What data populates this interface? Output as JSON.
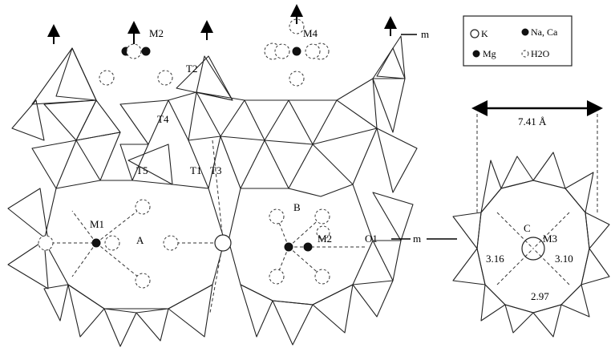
{
  "legend": {
    "k": "K",
    "naca": "Na, Ca",
    "mg": "Mg",
    "h2o": "H2O"
  },
  "labels": {
    "m2_top": "M2",
    "m4": "M4",
    "t2": "T2",
    "t4": "T4",
    "t5": "T5",
    "t1": "T1",
    "t3": "T3",
    "m1": "M1",
    "a": "A",
    "b": "B",
    "m2_mid": "M2",
    "o1": "O1",
    "m_top": "m",
    "m_mid": "m",
    "c": "C",
    "m3": "M3",
    "d316": "3.16",
    "d310": "3.10",
    "d297": "2.97",
    "width": "7.41 Å"
  }
}
